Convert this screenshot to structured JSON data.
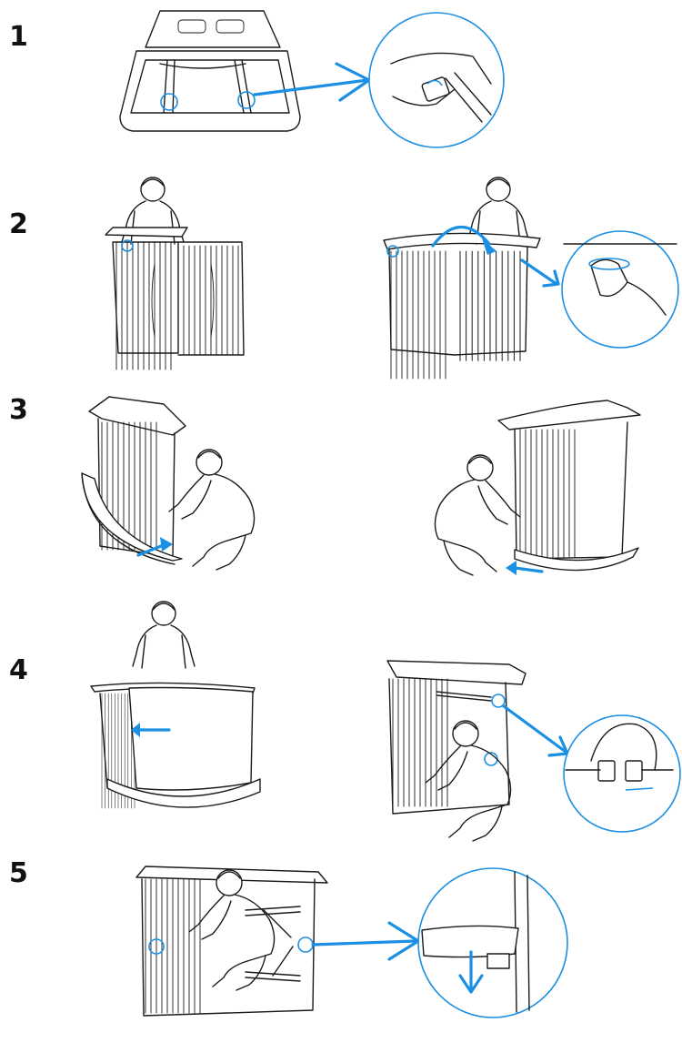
{
  "accent_color": "#1a8fe3",
  "steps": [
    {
      "number": "1"
    },
    {
      "number": "2"
    },
    {
      "number": "3"
    },
    {
      "number": "4"
    },
    {
      "number": "5"
    }
  ]
}
